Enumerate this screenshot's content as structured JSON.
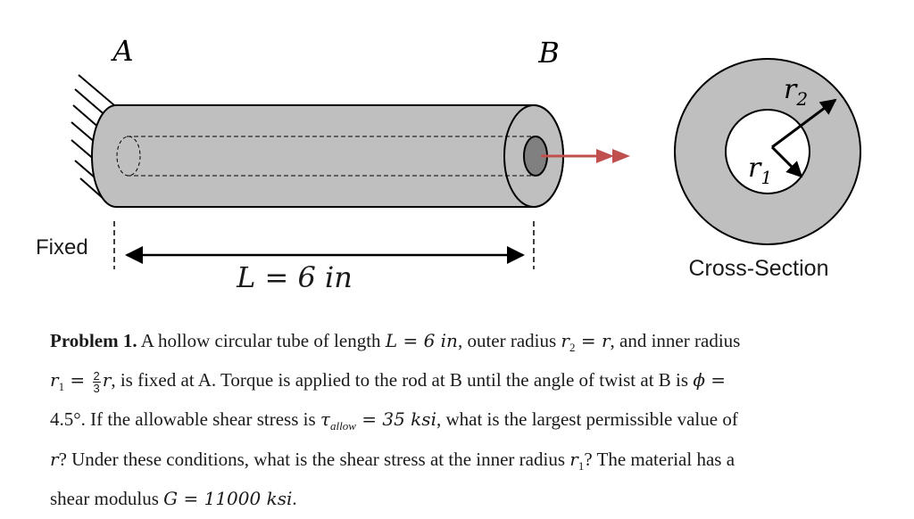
{
  "figure": {
    "label_a": "A",
    "label_b": "B",
    "fixed_label": "Fixed",
    "length_label": "L = 6 in",
    "cross_section_label": "Cross-Section",
    "r2_label": "r",
    "r2_sub": "2",
    "r1_label": "r",
    "r1_sub": "1",
    "colors": {
      "tube_fill": "#bfbfbf",
      "inner_bore": "#808080",
      "torque_arrow": "#c0504d",
      "cross_section_ring": "#bfbfbf"
    }
  },
  "problem": {
    "heading": "Problem 1.",
    "t1": " A hollow circular tube of length ",
    "m1": "L = 6 in",
    "t2": ", outer radius ",
    "m2": "r",
    "m2sub": "2",
    "m2b": " = r",
    "t3": ", and inner radius",
    "m3": "r",
    "m3sub": "1",
    "m3b": " = ",
    "frac_num": "2",
    "frac_den": "3",
    "m3c": "r",
    "t4": ", is fixed at A. Torque is applied to the rod at B until the angle of twist at B is ",
    "m4": "ϕ =",
    "m5": "4.5°",
    "t5": ". If the allowable shear stress is ",
    "m6": "τ",
    "m6sub": "allow",
    "m6b": " = 35 ksi",
    "t6": ", what is the largest permissible value of",
    "m7": "r",
    "t7": "? Under these conditions, what is the shear stress at the inner radius ",
    "m8": "r",
    "m8sub": "1",
    "t8": "? The material has a",
    "t9": "shear modulus ",
    "m9": "G = 11000 ksi",
    "t10": "."
  }
}
